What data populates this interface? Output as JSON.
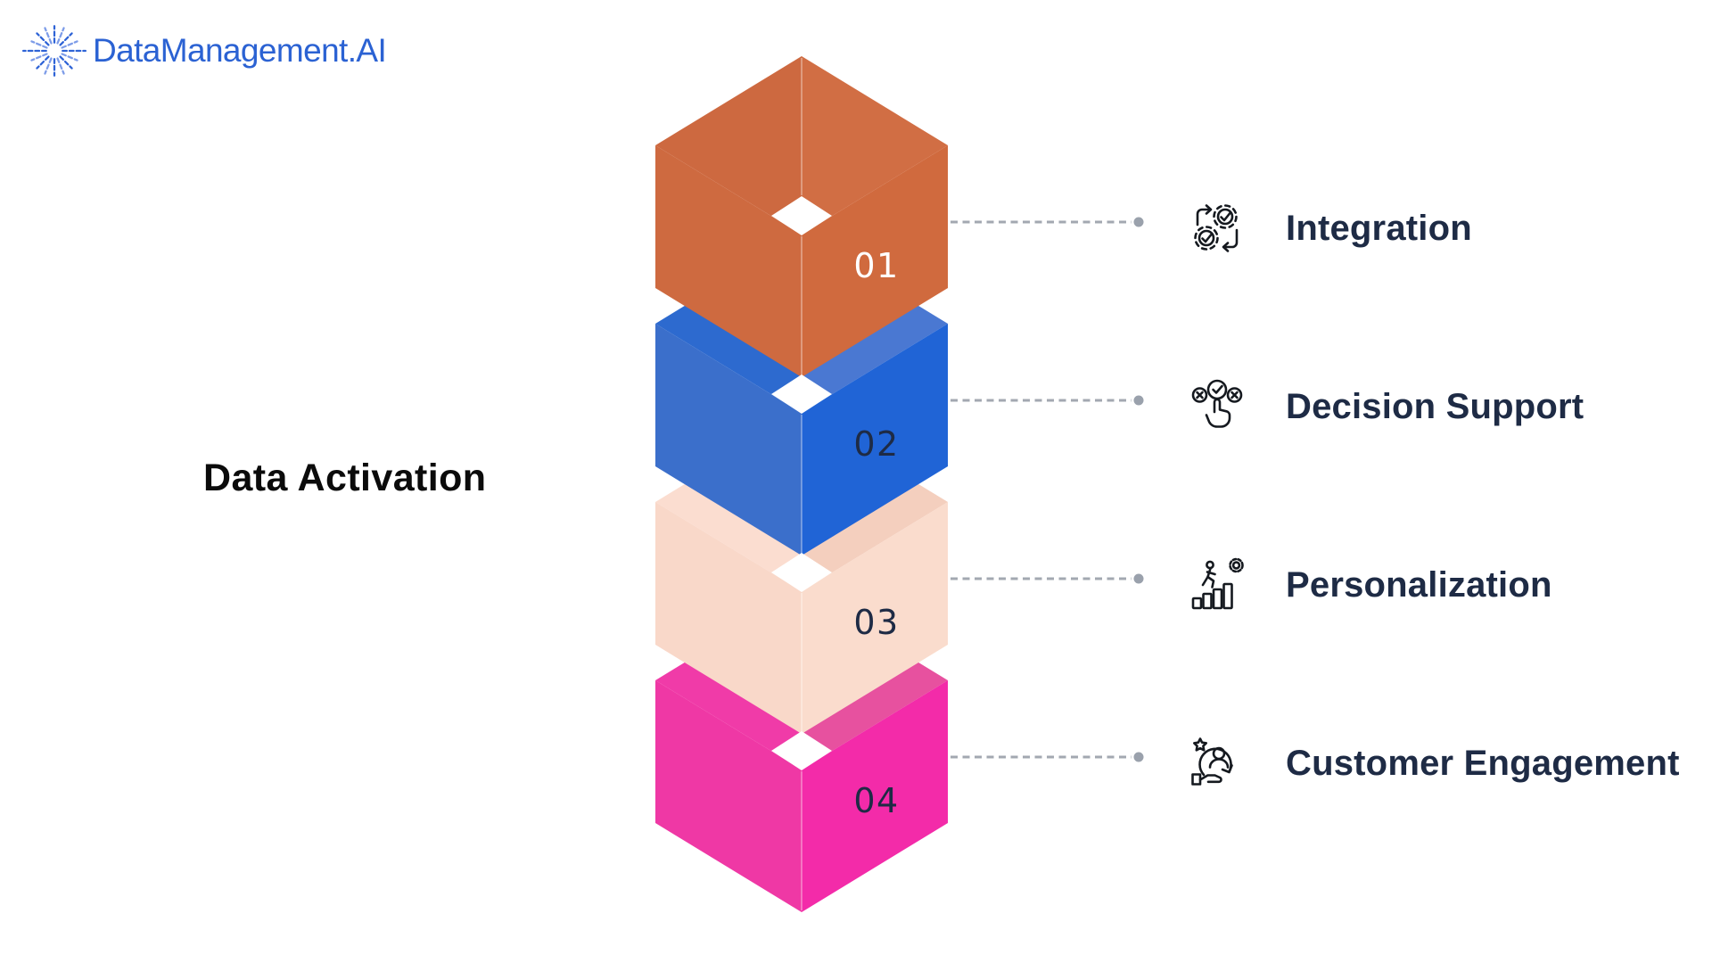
{
  "logo": {
    "brand": "DataManagement.AI",
    "color": "#2b62d3",
    "icon": "starburst-icon"
  },
  "title": {
    "text": "Data Activation",
    "color": "#0b0b0b"
  },
  "diagram": {
    "type": "stacked-3d-open-boxes",
    "hole_color": "#ffffff",
    "label_color": "#1e2b45",
    "icon_color": "#15191f",
    "connector": {
      "line_color": "#a3a8b1",
      "dot_color": "#9aa1ac"
    }
  },
  "steps": [
    {
      "number": "01",
      "label": "Integration",
      "icon": "integration-sync-gears-icon",
      "number_color": "#ffffff",
      "faces": {
        "top_left": "#cd6940",
        "top_right": "#d16e44",
        "front_left": "#ce6a40",
        "front_right": "#d06a3e"
      }
    },
    {
      "number": "02",
      "label": "Decision Support",
      "icon": "decision-choice-hand-icon",
      "number_color": "#1e2b45",
      "faces": {
        "top_left": "#2d6acf",
        "top_right": "#4a78d2",
        "front_left": "#3b6fcb",
        "front_right": "#2064d6"
      }
    },
    {
      "number": "03",
      "label": "Personalization",
      "icon": "personal-growth-gear-icon",
      "number_color": "#1e2b45",
      "faces": {
        "top_left": "#fbddd0",
        "top_right": "#f4cfbe",
        "front_left": "#f9d8c9",
        "front_right": "#fadccd"
      }
    },
    {
      "number": "04",
      "label": "Customer Engagement",
      "icon": "customer-care-icon",
      "number_color": "#1e2b45",
      "faces": {
        "top_left": "#f03ba8",
        "top_right": "#e7519f",
        "front_left": "#ef38a5",
        "front_right": "#f32ba9"
      }
    }
  ]
}
